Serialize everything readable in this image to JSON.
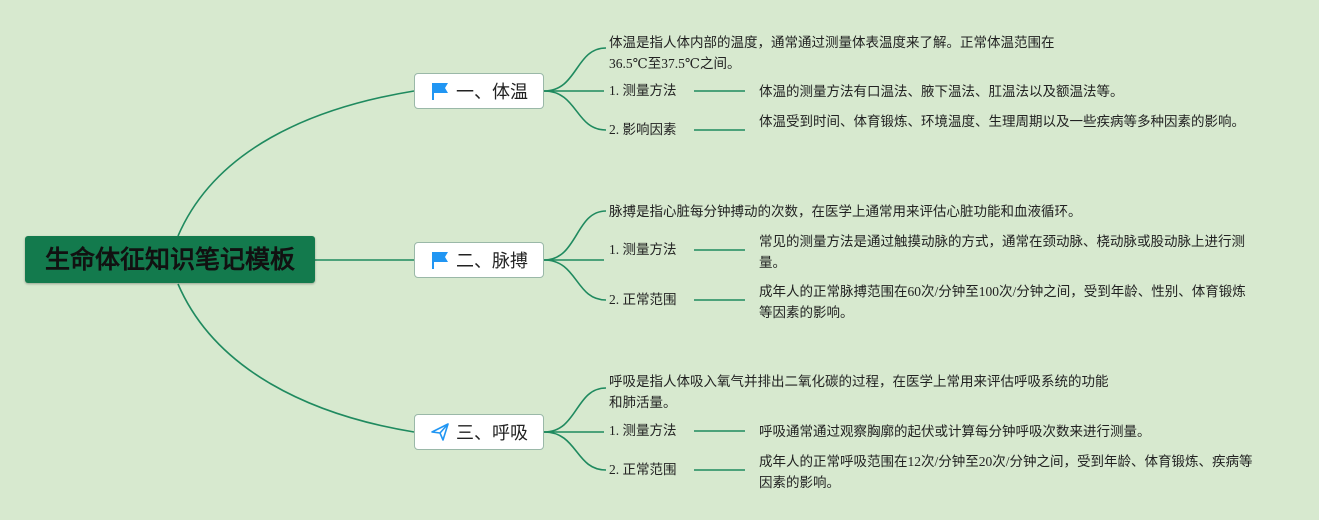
{
  "title": "生命体征知识笔记模板",
  "colors": {
    "background": "#d7e9cf",
    "accent": "#137a4d",
    "line": "#1f8a5f",
    "flag": "#2196f3"
  },
  "branches": [
    {
      "label": "一、体温",
      "icon": "flag-icon",
      "summary": "体温是指人体内部的温度，通常通过测量体表温度来了解。正常体温范围在36.5℃至37.5℃之间。",
      "items": [
        {
          "label": "1. 测量方法",
          "detail": "体温的测量方法有口温法、腋下温法、肛温法以及额温法等。"
        },
        {
          "label": "2. 影响因素",
          "detail": "体温受到时间、体育锻炼、环境温度、生理周期以及一些疾病等多种因素的影响。"
        }
      ]
    },
    {
      "label": "二、脉搏",
      "icon": "flag-icon",
      "summary": "脉搏是指心脏每分钟搏动的次数，在医学上通常用来评估心脏功能和血液循环。",
      "items": [
        {
          "label": "1. 测量方法",
          "detail": "常见的测量方法是通过触摸动脉的方式，通常在颈动脉、桡动脉或股动脉上进行测量。"
        },
        {
          "label": "2. 正常范围",
          "detail": "成年人的正常脉搏范围在60次/分钟至100次/分钟之间，受到年龄、性别、体育锻炼等因素的影响。"
        }
      ]
    },
    {
      "label": "三、呼吸",
      "icon": "paper-plane-icon",
      "summary": "呼吸是指人体吸入氧气并排出二氧化碳的过程，在医学上常用来评估呼吸系统的功能和肺活量。",
      "items": [
        {
          "label": "1. 测量方法",
          "detail": "呼吸通常通过观察胸廓的起伏或计算每分钟呼吸次数来进行测量。"
        },
        {
          "label": "2. 正常范围",
          "detail": "成年人的正常呼吸范围在12次/分钟至20次/分钟之间，受到年龄、体育锻炼、疾病等因素的影响。"
        }
      ]
    }
  ]
}
